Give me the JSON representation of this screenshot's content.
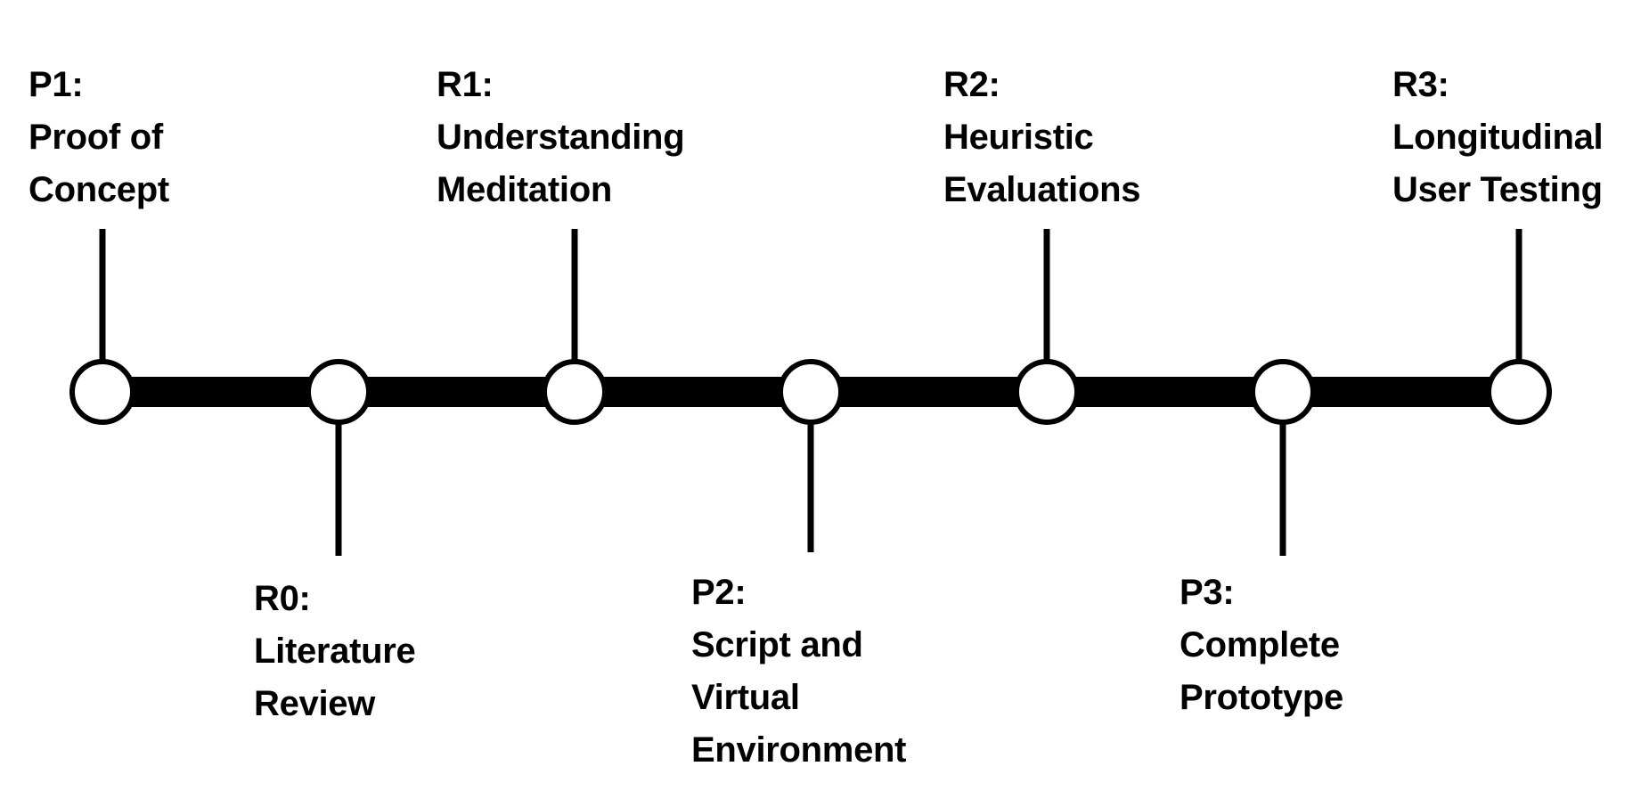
{
  "timeline": {
    "colors": {
      "line": "#000000",
      "node_fill": "#ffffff",
      "background": "#ffffff"
    },
    "milestones": [
      {
        "id": "p1",
        "code": "P1:",
        "title_lines": [
          "Proof of",
          "Concept"
        ],
        "side": "above"
      },
      {
        "id": "r0",
        "code": "R0:",
        "title_lines": [
          "Literature",
          "Review"
        ],
        "side": "below"
      },
      {
        "id": "r1",
        "code": "R1:",
        "title_lines": [
          "Understanding",
          "Meditation"
        ],
        "side": "above"
      },
      {
        "id": "p2",
        "code": "P2:",
        "title_lines": [
          "Script and",
          "Virtual",
          "Environment"
        ],
        "side": "below"
      },
      {
        "id": "r2",
        "code": "R2:",
        "title_lines": [
          "Heuristic",
          "Evaluations"
        ],
        "side": "above"
      },
      {
        "id": "p3",
        "code": "P3:",
        "title_lines": [
          "Complete",
          "Prototype"
        ],
        "side": "below"
      },
      {
        "id": "r3",
        "code": "R3:",
        "title_lines": [
          "Longitudinal",
          "User Testing"
        ],
        "side": "above"
      }
    ]
  }
}
